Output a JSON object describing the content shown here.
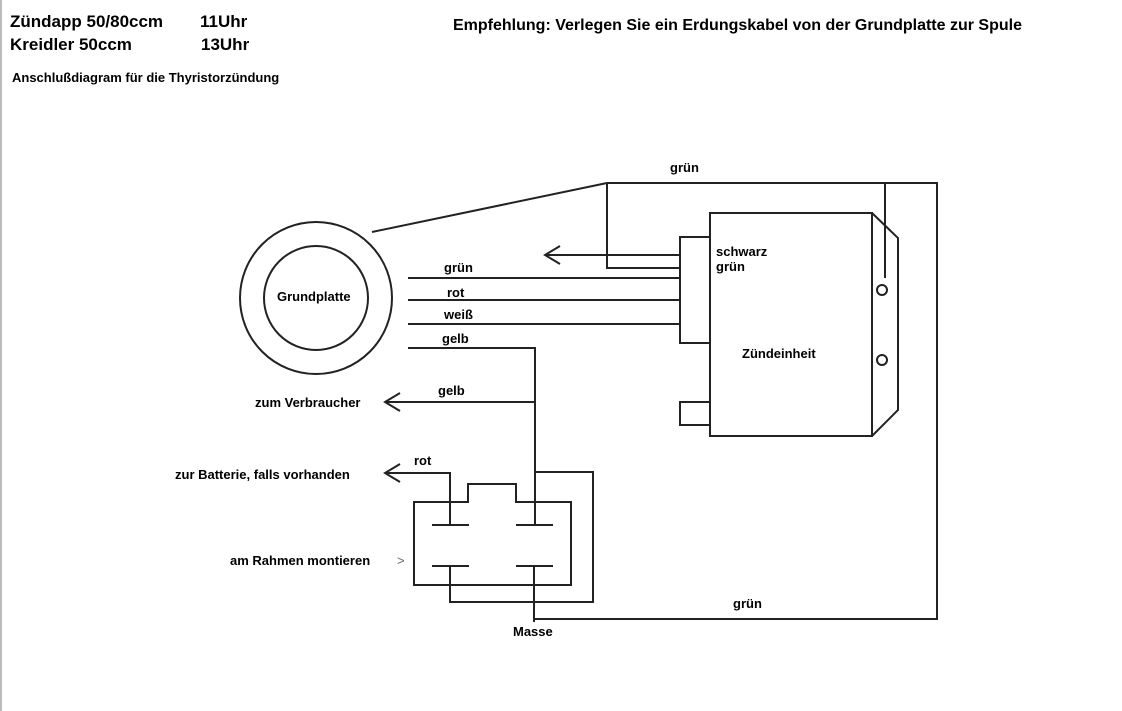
{
  "header": {
    "model1": "Zündapp 50/80ccm",
    "time1": "11Uhr",
    "model2": "Kreidler 50ccm",
    "time2": "13Uhr",
    "subtitle": "Anschlußdiagram für die Thyristorzündung",
    "recommendation": "Empfehlung: Verlegen Sie ein Erdungskabel von der Grundplatte zur Spule"
  },
  "diagram": {
    "grundplatte": "Grundplatte",
    "zuendeinheit": "Zündeinheit",
    "wire_top": "grün",
    "wire_schwarz": "schwarz",
    "wire_gruen_unit": "grün",
    "wire_gruen": "grün",
    "wire_rot": "rot",
    "wire_weiss": "weiß",
    "wire_gelb": "gelb",
    "wire_gelb2": "gelb",
    "wire_rot2": "rot",
    "wire_bottom": "grün",
    "verbraucher": "zum Verbraucher",
    "batterie": "zur Batterie, falls vorhanden",
    "rahmen": "am Rahmen montieren",
    "rahmen_arrow": ">",
    "masse": "Masse"
  }
}
